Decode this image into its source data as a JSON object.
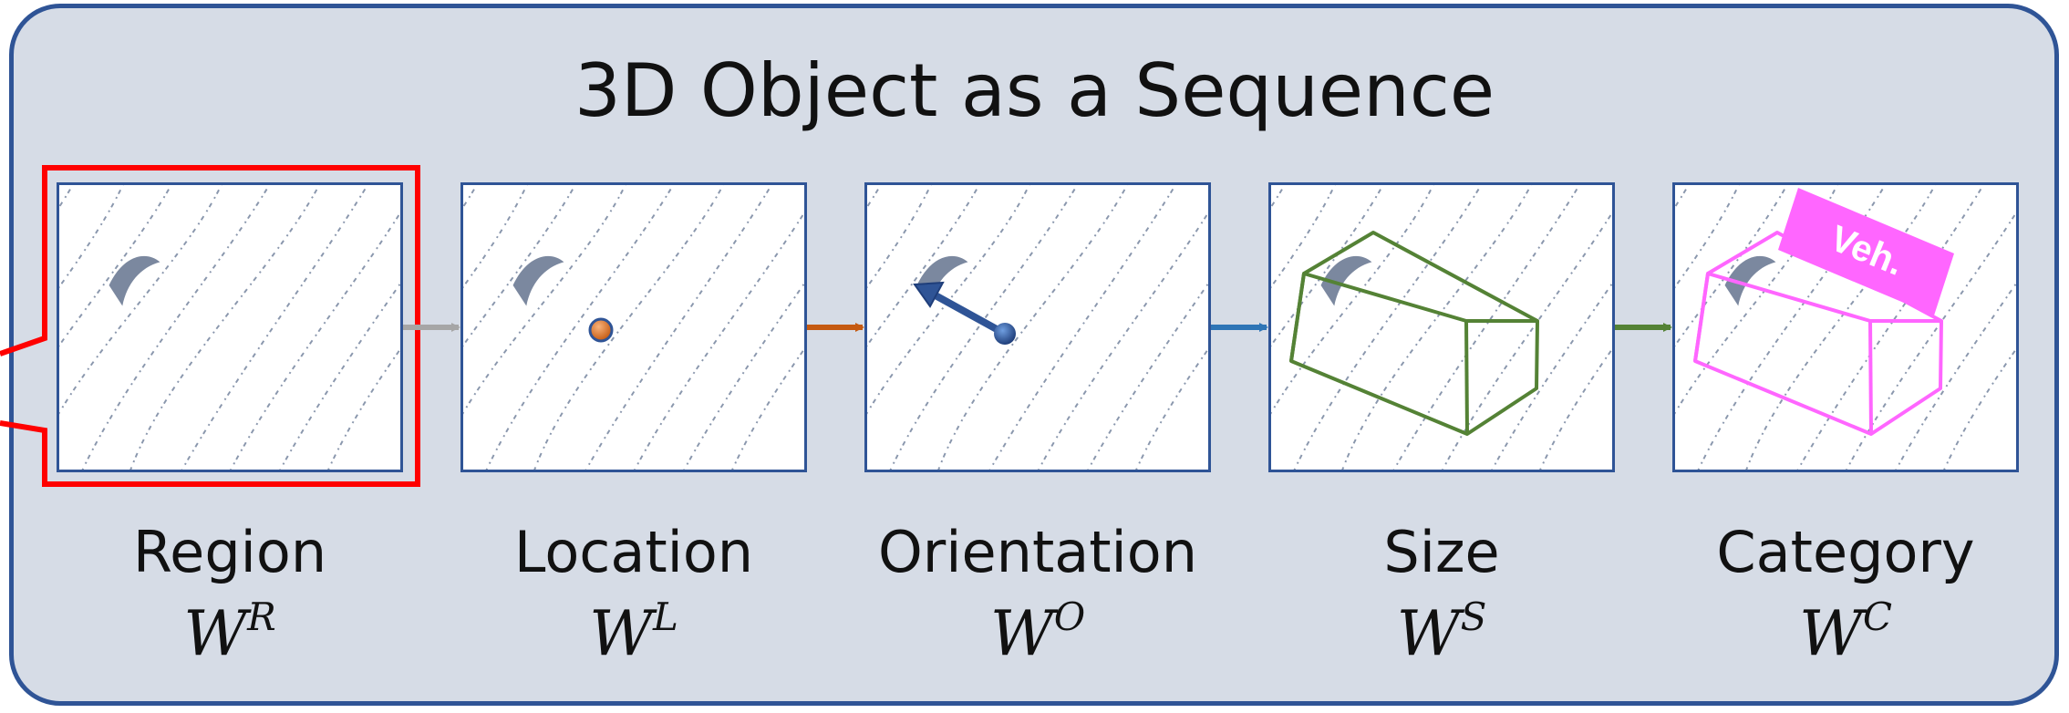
{
  "title": "3D Object as a Sequence",
  "steps": [
    {
      "name": "Region",
      "symbol": "W",
      "sup": "R"
    },
    {
      "name": "Location",
      "symbol": "W",
      "sup": "L"
    },
    {
      "name": "Orientation",
      "symbol": "W",
      "sup": "O"
    },
    {
      "name": "Size",
      "symbol": "W",
      "sup": "S"
    },
    {
      "name": "Category",
      "symbol": "W",
      "sup": "C"
    }
  ],
  "category_tag": "Veh.",
  "colors": {
    "panel_bg": "#d6dce6",
    "panel_border": "#2f5496",
    "highlight": "#ff0000",
    "arrow_1": "#a6a6a6",
    "arrow_2": "#c55a11",
    "arrow_3": "#2e75b6",
    "arrow_4": "#548235",
    "location_point": "#ed7d31",
    "orientation_arrow": "#2f5496",
    "size_box": "#548235",
    "category_box": "#ff66ff"
  }
}
